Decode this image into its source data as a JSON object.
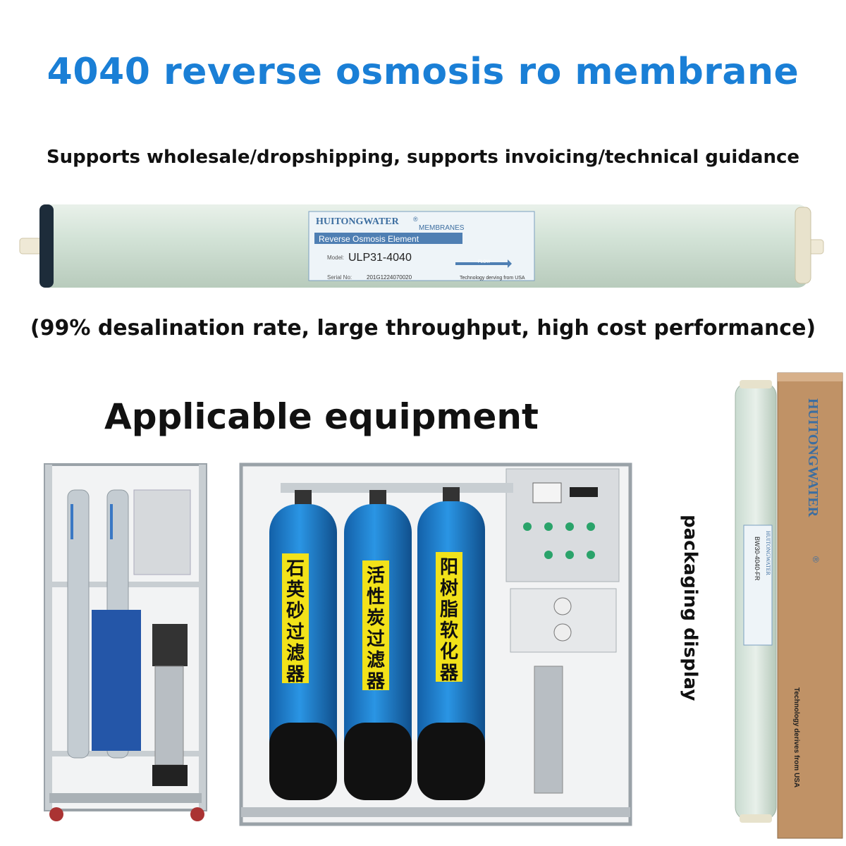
{
  "heading": {
    "title": "4040 reverse osmosis ro membrane",
    "subtitle": "Supports wholesale/dropshipping, supports invoicing/technical guidance",
    "features": "(99% desalination rate, large throughput, high cost performance)"
  },
  "membrane_label": {
    "brand": "HUITONGWATER",
    "registered": "®",
    "membranes": "MEMBRANES",
    "element": "Reverse Osmosis Element",
    "model_label": "Model:",
    "model": "ULP31-4040",
    "serial_label": "Serial No:",
    "serial": "201G1224070020",
    "flow": "FLOW",
    "tech": "Technology derving from USA"
  },
  "equipment": {
    "heading": "Applicable equipment",
    "tanks": [
      {
        "label": "石英砂过滤器"
      },
      {
        "label": "活性炭过滤器"
      },
      {
        "label": "阳树脂软化器"
      }
    ]
  },
  "packaging": {
    "caption": "packaging display",
    "box_brand": "HUITONGWATER",
    "box_registered": "®",
    "box_tech": "Technology derives from USA",
    "element_model": "BW30-4040-FR",
    "element_brand": "HUITONGWATER"
  },
  "colors": {
    "title": "#1a7fd6",
    "membrane": "#d4e4d9",
    "tank": "#1f86d6",
    "tank_label": "#f2e21a",
    "box": "#b88a5e"
  }
}
